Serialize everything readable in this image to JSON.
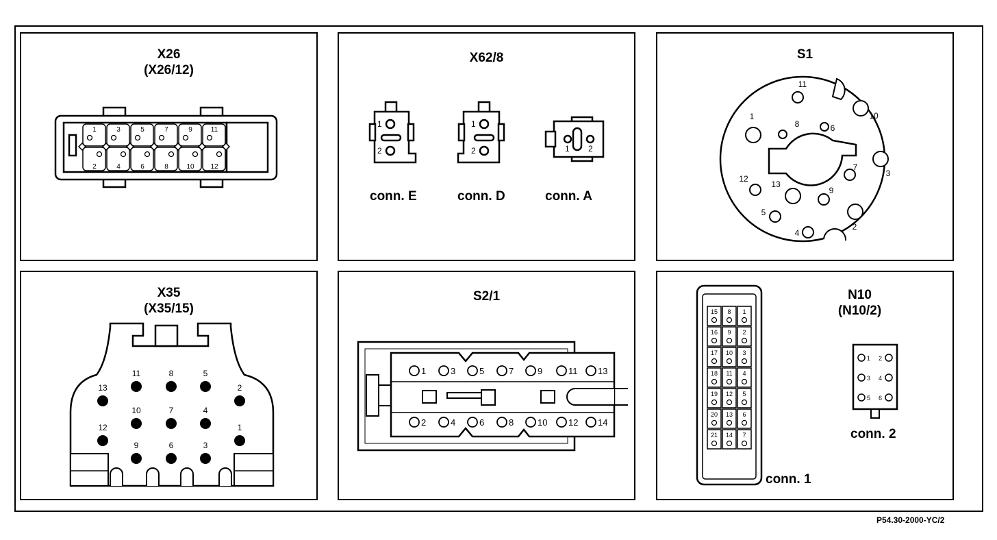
{
  "panels": {
    "x26": {
      "title": "X26",
      "subtitle": "(X26/12)",
      "pins_top": [
        "1",
        "3",
        "5",
        "7",
        "9",
        "11"
      ],
      "pins_bottom": [
        "2",
        "4",
        "6",
        "8",
        "10",
        "12"
      ]
    },
    "x62_8": {
      "title": "X62/8",
      "conn_e": {
        "label": "conn. E",
        "pins": [
          "1",
          "2"
        ]
      },
      "conn_d": {
        "label": "conn. D",
        "pins": [
          "1",
          "2"
        ]
      },
      "conn_a": {
        "label": "conn. A",
        "pins": [
          "1",
          "2"
        ]
      }
    },
    "s1": {
      "title": "S1",
      "pins": [
        "1",
        "2",
        "3",
        "4",
        "5",
        "6",
        "7",
        "8",
        "9",
        "10",
        "11",
        "12",
        "13"
      ]
    },
    "x35": {
      "title": "X35",
      "subtitle": "(X35/15)",
      "pins": [
        "1",
        "2",
        "3",
        "4",
        "5",
        "6",
        "7",
        "8",
        "9",
        "10",
        "11",
        "12",
        "13"
      ]
    },
    "s2_1": {
      "title": "S2/1",
      "pins_top": [
        "1",
        "3",
        "5",
        "7",
        "9",
        "11",
        "13"
      ],
      "pins_bottom": [
        "2",
        "4",
        "6",
        "8",
        "10",
        "12",
        "14"
      ]
    },
    "n10": {
      "title": "N10",
      "subtitle": "(N10/2)",
      "conn1_label": "conn. 1",
      "conn1_pins": [
        [
          "15",
          "8",
          "1"
        ],
        [
          "16",
          "9",
          "2"
        ],
        [
          "17",
          "10",
          "3"
        ],
        [
          "18",
          "11",
          "4"
        ],
        [
          "19",
          "12",
          "5"
        ],
        [
          "20",
          "13",
          "6"
        ],
        [
          "21",
          "14",
          "7"
        ]
      ],
      "conn2_label": "conn. 2",
      "conn2_pins": [
        [
          "1",
          "2"
        ],
        [
          "3",
          "4"
        ],
        [
          "5",
          "6"
        ]
      ]
    }
  },
  "reference": "P54.30-2000-YC/2"
}
